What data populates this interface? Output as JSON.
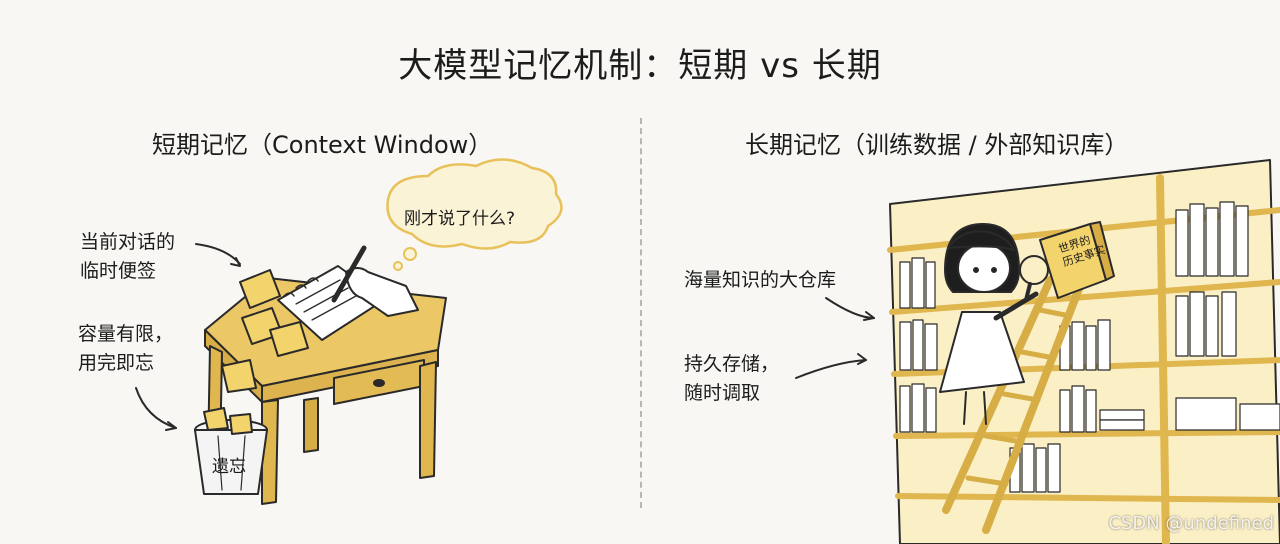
{
  "title": "大模型记忆机制：短期 vs 长期",
  "short_term": {
    "heading": "短期记忆（Context Window）",
    "note_sticky": "当前对话的\n临时便签",
    "note_capacity": "容量有限，\n用完即忘",
    "thought_bubble": "刚才说了什么?",
    "trash_label": "遗忘"
  },
  "long_term": {
    "heading": "长期记忆（训练数据 / 外部知识库）",
    "note_warehouse": "海量知识的大仓库",
    "note_storage": "持久存储，\n随时调取",
    "book_label": "世界的\n历史事实"
  },
  "watermark": "CSDN @undefined",
  "colors": {
    "accent_yellow": "#f3d36b",
    "wood": "#e8c15a",
    "ink": "#1c1c1c"
  }
}
